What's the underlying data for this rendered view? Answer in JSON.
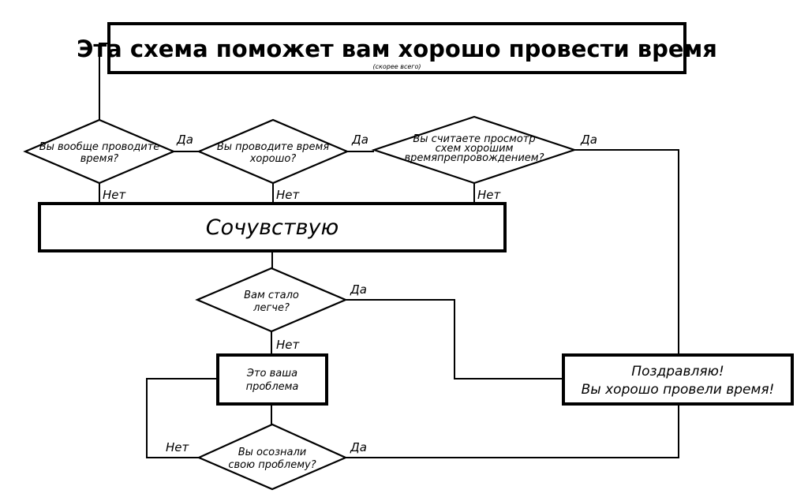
{
  "title": "Эта схема поможет вам хорошо провести время",
  "subtitle": "(скорее всего)",
  "nodes": {
    "q1": [
      "Вы вообще проводите",
      "время?"
    ],
    "q2": [
      "Вы проводите время",
      "хорошо?"
    ],
    "q3": [
      "Вы считаете просмотр",
      "схем хорошим",
      "времяпрепровождением?"
    ],
    "sympathy": "Сочувствую",
    "q4": [
      "Вам стало",
      "легче?"
    ],
    "problem": [
      "Это ваша",
      "проблема"
    ],
    "q5": [
      "Вы осознали",
      "свою проблему?"
    ],
    "congrats": [
      "Поздравляю!",
      "Вы хорошо провели время!"
    ]
  },
  "labels": {
    "yes": "Да",
    "no": "Нет"
  }
}
